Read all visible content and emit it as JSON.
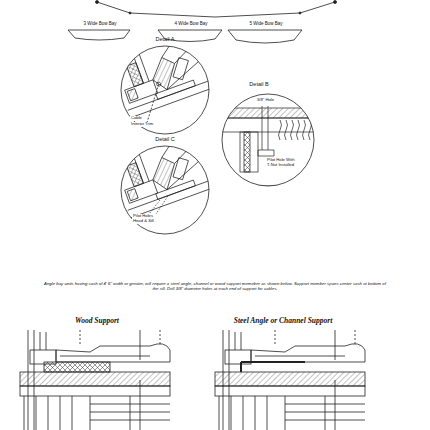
{
  "diagram": {
    "labels": [
      "3 Wide Bow Bay",
      "4 Wide Bow Bay",
      "5 Wide Bow Bay",
      "Detail A",
      "Cable",
      "Interior Trim",
      "Detail B",
      "3/8\" Hole",
      "Pilot Hole With T-Nut Installed",
      "Detail C",
      "Pilot Holes Head & Sill",
      "Angle bay units having sash of 4' 6\" width or greater, will require a steel angle, channel or wood support memeber as shown below. Support member spans center sash at bottom of the sill. Drill 3/8\" diameter holes at each end of support for cables.",
      "Wood Support",
      "Steel Angle or Channel Support"
    ]
  }
}
